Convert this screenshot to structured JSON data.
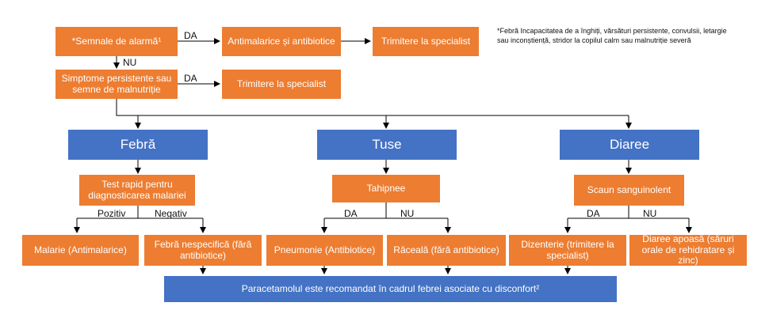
{
  "top": {
    "alarm": "*Semnale de alarmă¹",
    "antimalaria": "Antimalarice și antibiotice",
    "referral1": "Trimitere la specialist",
    "persistent": "Simptome persistente sau semne de malnutriție",
    "referral2": "Trimitere la specialist",
    "da1": "DA",
    "da2": "DA",
    "nu1": "NU"
  },
  "footnote": "*Febră Incapacitatea de a înghiți, vărsături persistente, convulsii, letargie sau inconștiență, stridor la copilul calm sau malnutriție severă",
  "branches": {
    "fever": {
      "title": "Febră",
      "test": "Test rapid pentru diagnosticarea malariei",
      "pos": "Pozitiv",
      "neg": "Negativ",
      "left": "Malarie (Antimalarice)",
      "right": "Febră nespecifică (fără antibiotice)"
    },
    "cough": {
      "title": "Tuse",
      "test": "Tahipnee",
      "yes": "DA",
      "no": "NU",
      "left": "Pneumonie (Antibiotice)",
      "right": "Răceală (fără antibiotice)"
    },
    "diarrhea": {
      "title": "Diaree",
      "test": "Scaun sanguinolent",
      "yes": "DA",
      "no": "NU",
      "left": "Dizenterie (trimitere la specialist)",
      "right": "Diaree apoasă (săruri orale de rehidratare și zinc)"
    }
  },
  "bottom": "Paracetamolul este recomandat în cadrul febrei asociate cu disconfort²",
  "colors": {
    "orange": "#ED7D31",
    "blue": "#4472C4"
  }
}
